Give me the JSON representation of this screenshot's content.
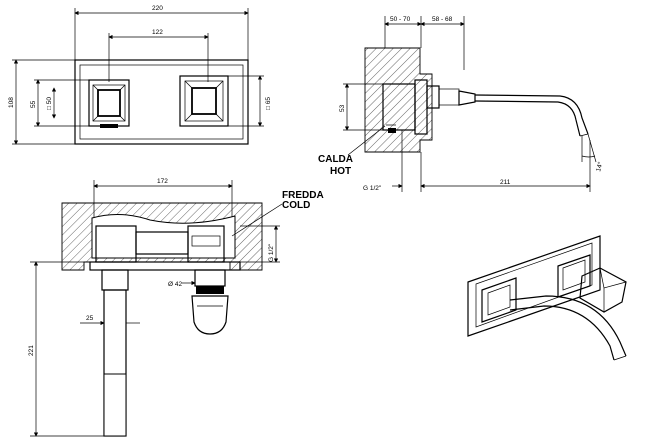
{
  "front_view": {
    "dim_width": "220",
    "dim_spacing": "122",
    "dim_height": "108",
    "dim_handle": "55",
    "dim_handle_inner": "□ 50",
    "dim_handle_right": "□ 65"
  },
  "side_view": {
    "dim_depth_a": "50 - 70",
    "dim_depth_b": "58 - 68",
    "dim_side_height": "53",
    "dim_spout": "211",
    "dim_thread": "G 1/2\"",
    "dim_angle": "14°",
    "label_hot_it": "CALDA",
    "label_hot_en": "HOT"
  },
  "top_view": {
    "dim_length": "172",
    "dim_thread": "G 1/2\"",
    "dim_diameter": "Ø 42",
    "dim_tube": "25",
    "dim_depth": "221",
    "label_cold_it": "FREDDA",
    "label_cold_en": "COLD"
  }
}
